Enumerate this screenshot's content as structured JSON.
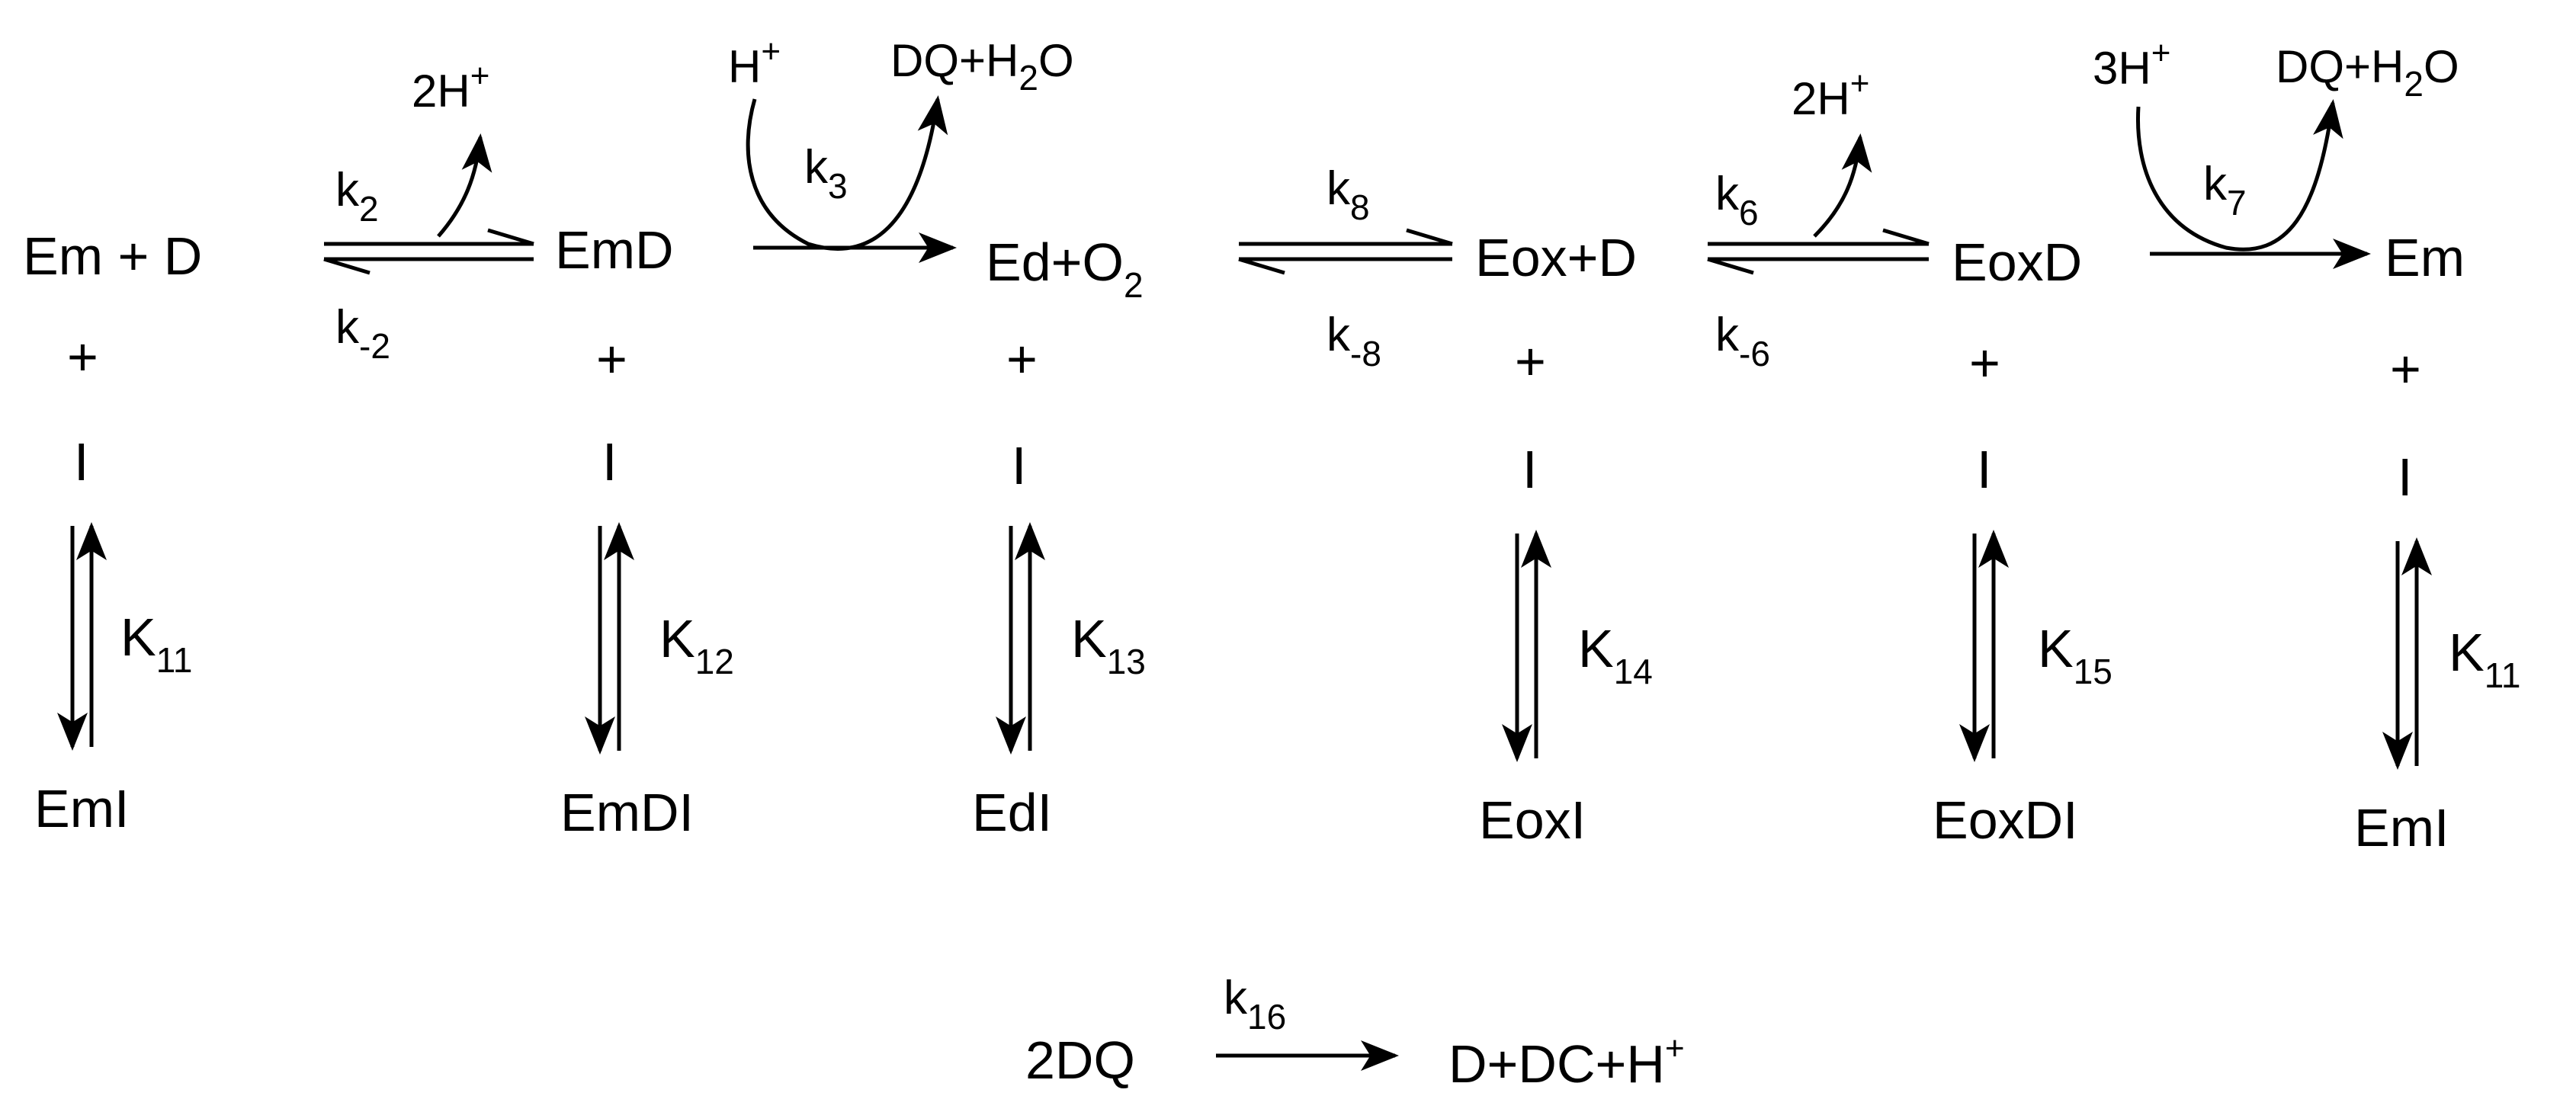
{
  "species": {
    "em_plus_d": "Em + D",
    "emd": "EmD",
    "ed": "Ed+O",
    "ed_sub": "2",
    "eox_plus_d": "Eox+D",
    "eoxd": "EoxD",
    "em_end": "Em"
  },
  "plus": "+",
  "inhibitor": "I",
  "complexes": [
    "EmI",
    "EmDI",
    "EdI",
    "EoxI",
    "EoxDI",
    "EmI"
  ],
  "dissociation_constants": [
    {
      "base": "K",
      "sub": "11"
    },
    {
      "base": "K",
      "sub": "12"
    },
    {
      "base": "K",
      "sub": "13"
    },
    {
      "base": "K",
      "sub": "14"
    },
    {
      "base": "K",
      "sub": "15"
    },
    {
      "base": "K",
      "sub": "11"
    }
  ],
  "rates": {
    "k2": {
      "base": "k",
      "sub": "2"
    },
    "k_2": {
      "base": "k",
      "sub": "-2"
    },
    "k3": {
      "base": "k",
      "sub": "3"
    },
    "k8": {
      "base": "k",
      "sub": "8"
    },
    "k_8": {
      "base": "k",
      "sub": "-8"
    },
    "k6": {
      "base": "k",
      "sub": "6"
    },
    "k_6": {
      "base": "k",
      "sub": "-6"
    },
    "k7": {
      "base": "k",
      "sub": "7"
    },
    "k16": {
      "base": "k",
      "sub": "16"
    }
  },
  "side_species": {
    "two_h_plus_a": {
      "base": "2H",
      "sup": "+"
    },
    "h_plus": {
      "base": "H",
      "sup": "+"
    },
    "dq_water_a": {
      "pre": "DQ+H",
      "sub": "2",
      "post": "O"
    },
    "two_h_plus_b": {
      "base": "2H",
      "sup": "+"
    },
    "three_h_plus": {
      "base": "3H",
      "sup": "+"
    },
    "dq_water_b": {
      "pre": "DQ+H",
      "sub": "2",
      "post": "O"
    }
  },
  "side_reaction": {
    "reactant": "2DQ",
    "product": "D+DC+H",
    "product_sup": "+"
  }
}
